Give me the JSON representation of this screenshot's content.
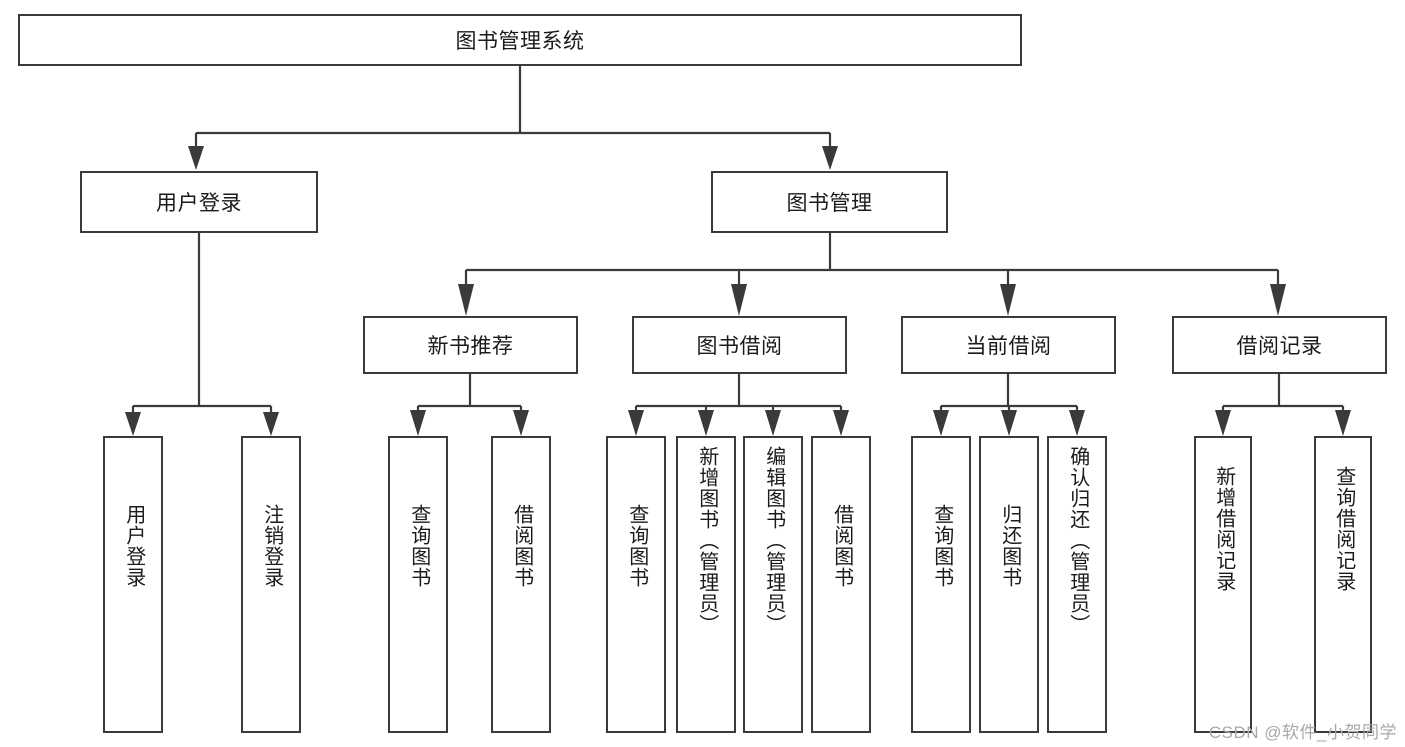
{
  "diagram": {
    "title_node": {
      "label": "图书管理系统"
    },
    "level2": [
      {
        "id": "user-login",
        "label": "用户登录"
      },
      {
        "id": "book-management",
        "label": "图书管理"
      }
    ],
    "level3": [
      {
        "id": "new-book-recommend",
        "label": "新书推荐"
      },
      {
        "id": "book-borrow",
        "label": "图书借阅"
      },
      {
        "id": "current-borrow",
        "label": "当前借阅"
      },
      {
        "id": "borrow-record",
        "label": "借阅记录"
      }
    ],
    "leaves": {
      "user_login": [
        {
          "id": "leaf-user-login",
          "label": "用户登录"
        },
        {
          "id": "leaf-logout-login",
          "label": "注销登录"
        }
      ],
      "new_book_recommend": [
        {
          "id": "leaf-query-book-1",
          "label": "查询图书"
        },
        {
          "id": "leaf-borrow-book-1",
          "label": "借阅图书"
        }
      ],
      "book_borrow": [
        {
          "id": "leaf-query-book-2",
          "label": "查询图书"
        },
        {
          "id": "leaf-add-book",
          "label": "新增图书（管理员）"
        },
        {
          "id": "leaf-edit-book",
          "label": "编辑图书（管理员）"
        },
        {
          "id": "leaf-borrow-book-2",
          "label": "借阅图书"
        }
      ],
      "current_borrow": [
        {
          "id": "leaf-query-book-3",
          "label": "查询图书"
        },
        {
          "id": "leaf-return-book",
          "label": "归还图书"
        },
        {
          "id": "leaf-confirm-return",
          "label": "确认归还（管理员）"
        }
      ],
      "borrow_record": [
        {
          "id": "leaf-add-borrow-record",
          "label": "新增借阅记录"
        },
        {
          "id": "leaf-query-borrow-record",
          "label": "查询借阅记录"
        }
      ]
    }
  },
  "watermark": {
    "text": "CSDN @软件_小贺同学"
  },
  "colors": {
    "stroke": "#3a3a3a",
    "text": "#1b1b1b",
    "background": "#ffffff",
    "watermark": "#a8a8a8"
  }
}
